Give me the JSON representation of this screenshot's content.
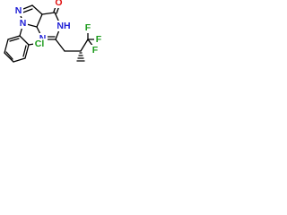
{
  "molecule": {
    "atoms": {
      "ring_n1": "N",
      "ring_n2": "N",
      "carbonyl_o": "O",
      "nh": "NH",
      "ring_n_lower": "N",
      "chlorine": "Cl",
      "fluorine_top": "F",
      "fluorine_right": "F",
      "fluorine_bottom": "F"
    },
    "colors": {
      "nitrogen": "#1f1fd6",
      "oxygen": "#e01010",
      "chlorine": "#1a9a1a",
      "fluorine": "#1a9a1a",
      "bond": "#000000"
    }
  }
}
